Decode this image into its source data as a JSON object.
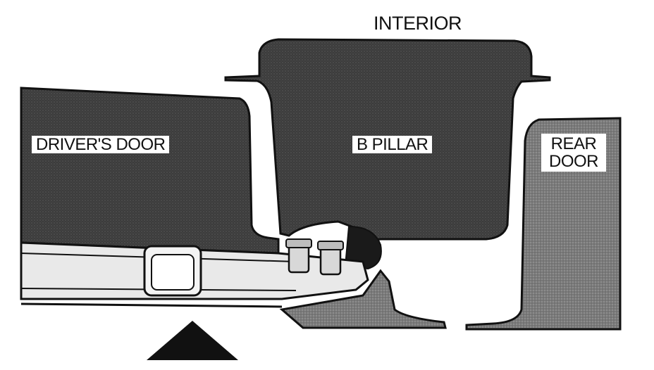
{
  "labels": {
    "interior": "INTERIOR",
    "drivers_door": "DRIVER'S DOOR",
    "b_pillar": "B PILLAR",
    "rear_door_line1": "REAR",
    "rear_door_line2": "DOOR"
  },
  "colors": {
    "panel_dark": "#3a3a3a",
    "panel_mid": "#6e6e6e",
    "rail_fill": "#e6e6e6",
    "outline": "#111111",
    "background": "#ffffff"
  }
}
